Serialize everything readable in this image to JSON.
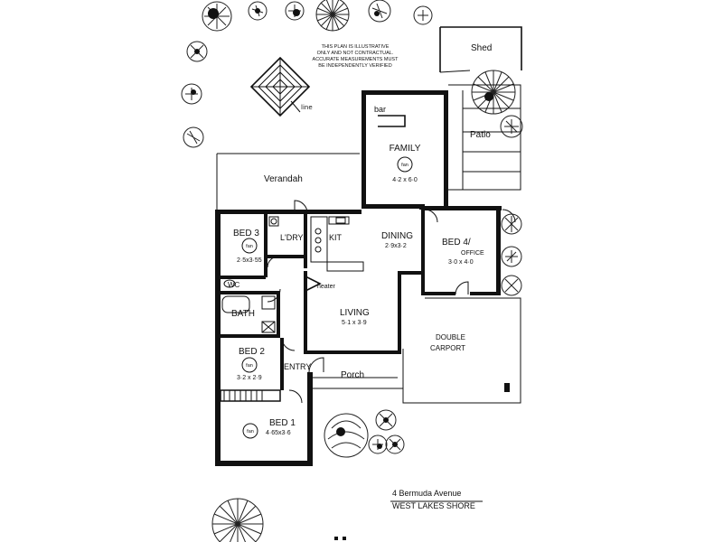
{
  "disclaimer": {
    "line1": "THIS PLAN IS ILLUSTRATIVE",
    "line2": "ONLY AND NOT CONTRACTUAL.",
    "line3": "ACCURATE MEASUREMENTS MUST",
    "line4": "BE INDEPENDENTLY VERIFIED"
  },
  "compass_label": "line",
  "rooms": {
    "shed": "Shed",
    "bar": "bar",
    "family": "FAMILY",
    "family_dim": "4·2 x 6·0",
    "patio": "Patio",
    "verandah": "Verandah",
    "bed3": "BED 3",
    "bed3_dim": "2·5x3·55",
    "laundry": "L'DRY",
    "kitchen": "KIT",
    "dining": "DINING",
    "dining_dim": "2·9x3·2",
    "bed4": "BED 4/",
    "bed4_sub": "OFFICE",
    "bed4_dim": "3·0 x 4·0",
    "wc": "WC",
    "heater": "heater",
    "bath": "BATH",
    "living": "LIVING",
    "living_dim": "5·1 x 3·9",
    "carport1": "DOUBLE",
    "carport2": "CARPORT",
    "bed2": "BED 2",
    "bed2_dim": "3·2 x 2·9",
    "entry": "ENTRY",
    "porch": "Porch",
    "bed1": "BED 1",
    "bed1_dim": "4·65x3·6",
    "fan": "fan"
  },
  "address": {
    "line1": "4 Bermuda Avenue",
    "line2": "WEST LAKES SHORE"
  }
}
